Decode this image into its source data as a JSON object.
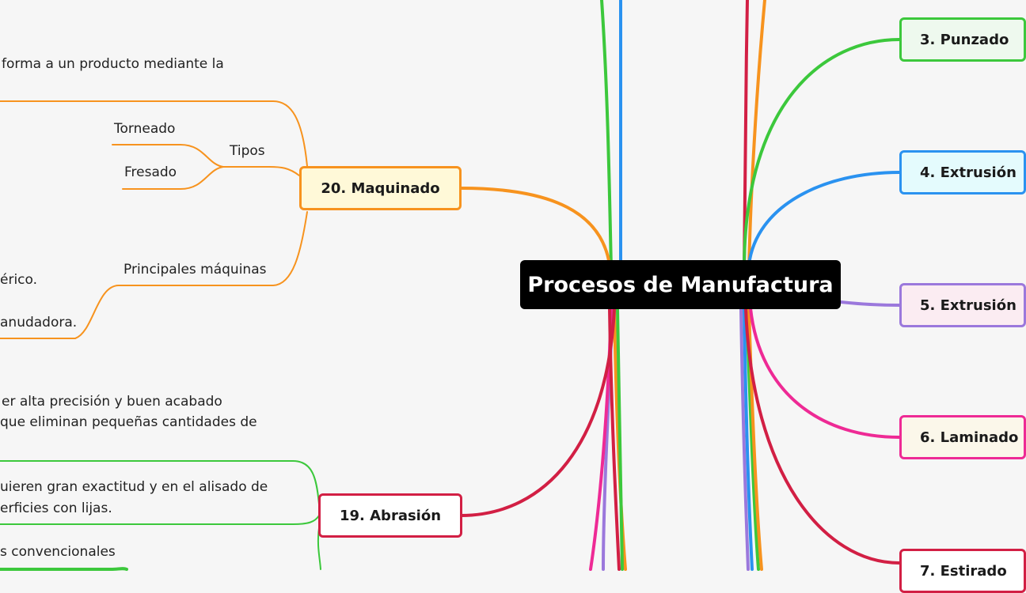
{
  "central": {
    "title": "Procesos de Manufactura"
  },
  "topics": {
    "punzado": {
      "label": "3. Punzado",
      "color": "#3cc83c",
      "fill": "#eef9ee"
    },
    "extrusion4": {
      "label": "4. Extrusión",
      "color": "#2a92f0",
      "fill": "#e4fbfd"
    },
    "extrusion5": {
      "label": "5. Extrusión",
      "color": "#9b78dc",
      "fill": "#fbecf2"
    },
    "laminado": {
      "label": "6. Laminado",
      "color": "#ee2a95",
      "fill": "#fbf7ea"
    },
    "estirado": {
      "label": "7. Estirado",
      "color": "#d21f44",
      "fill": "#ffffff"
    },
    "maquinado": {
      "label": "20. Maquinado",
      "color": "#f7931e",
      "fill": "#fff9d8"
    },
    "abrasion": {
      "label": "19. Abrasión",
      "color": "#d21f44",
      "fill": "#ffffff"
    }
  },
  "maquinado_branch": {
    "description": "forma a un producto mediante la",
    "tipos": {
      "label": "Tipos",
      "items": [
        "Torneado",
        "Fresado"
      ]
    },
    "principales_maquinas": {
      "label": "Principales máquinas",
      "items": [
        "érico.",
        "anudadora."
      ]
    }
  },
  "abrasion_branch": {
    "text_1": "er alta precisión y buen acabado",
    "text_2": "que eliminan pequeñas cantidades de",
    "text_3": "uieren gran exactitud y en el alisado de",
    "text_4": "erficies con lijas.",
    "text_5": "s convencionales"
  }
}
